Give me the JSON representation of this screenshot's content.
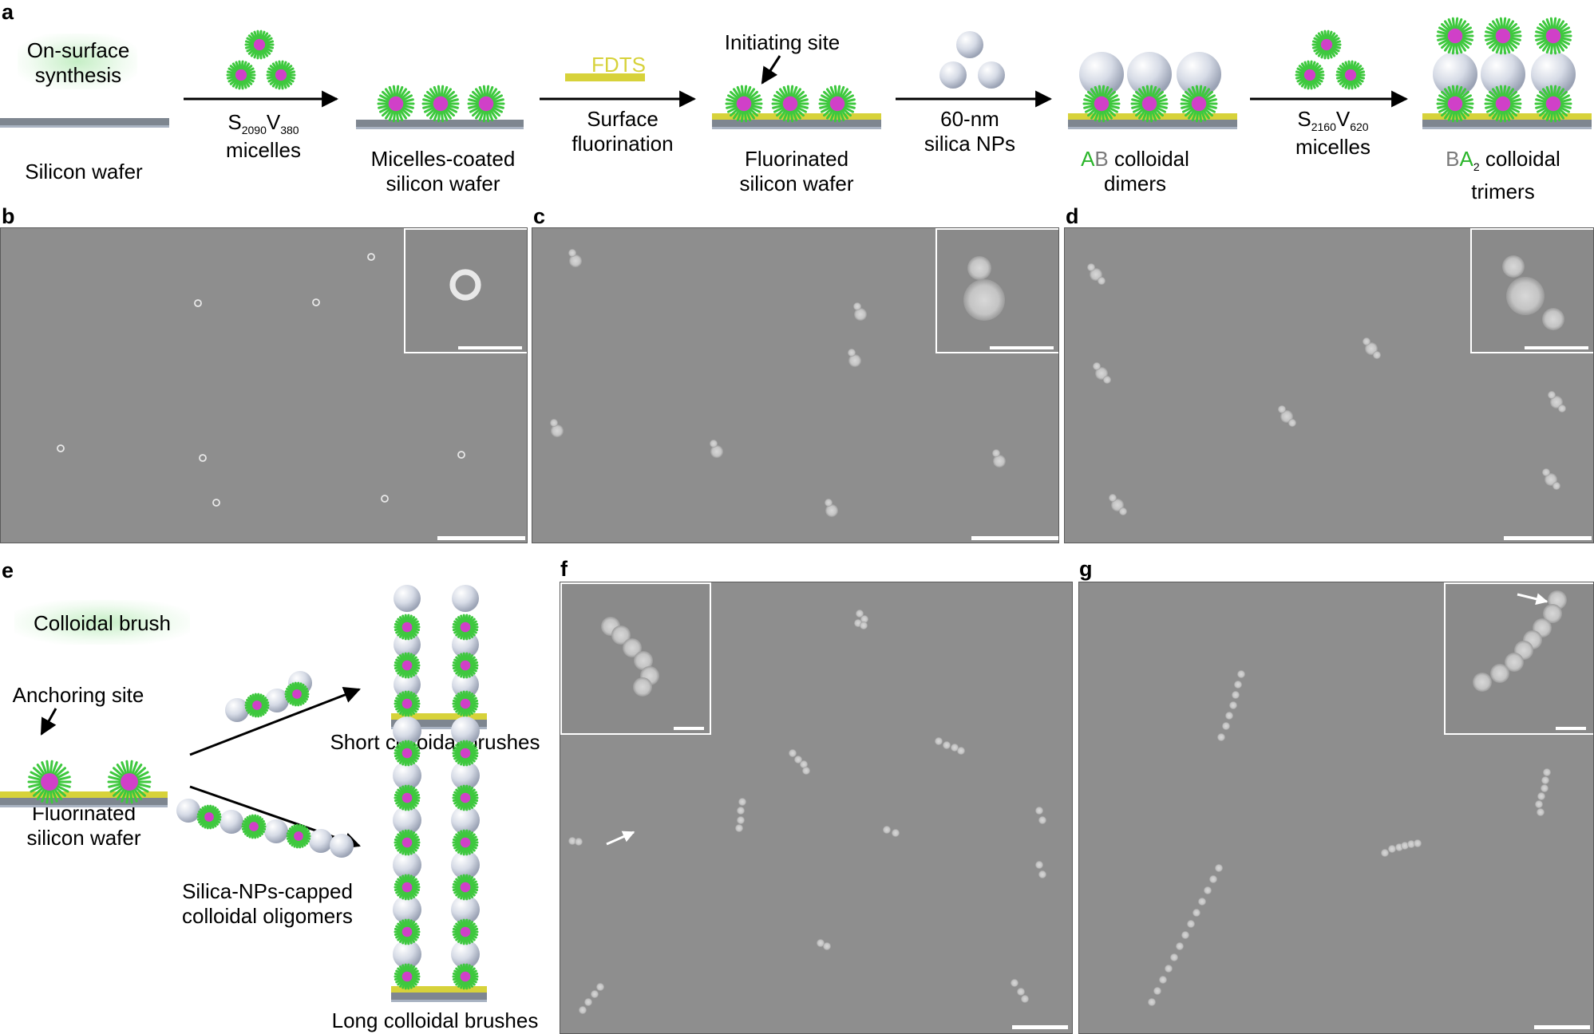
{
  "panel_labels": {
    "a": "a",
    "b": "b",
    "c": "c",
    "d": "d",
    "e": "e",
    "f": "f",
    "g": "g"
  },
  "panel_a": {
    "title": "On-surface synthesis",
    "title_line1": "On-surface",
    "title_line2": "synthesis",
    "silicon_wafer": "Silicon wafer",
    "step1_reagent": {
      "s": "S",
      "s_sub": "2090",
      "v": "V",
      "v_sub": "380"
    },
    "step1_line2": "micelles",
    "product1_line1": "Micelles-coated",
    "product1_line2": "silicon wafer",
    "fdts": "FDTS",
    "step2_line1": "Surface",
    "step2_line2": "fluorination",
    "initiating_site": "Initiating site",
    "product2_line1": "Fluorinated",
    "product2_line2": "silicon wafer",
    "step3_line1": "60-nm",
    "step3_line2": "silica NPs",
    "product3_a": "A",
    "product3_b": "B",
    "product3_rest": " colloidal",
    "product3_line2": "dimers",
    "step4_reagent": {
      "s": "S",
      "s_sub": "2160",
      "v": "V",
      "v_sub": "620"
    },
    "step4_line2": "micelles",
    "product4_b": "B",
    "product4_a": "A",
    "product4_sub": "2",
    "product4_rest": " colloidal",
    "product4_line2": "trimers"
  },
  "panel_e": {
    "title": "Colloidal brush",
    "anchoring_site": "Anchoring site",
    "wafer_line1": "Fluorinated",
    "wafer_line2": "silicon wafer",
    "short_brushes": "Short colloidal brushes",
    "oligomer_line1": "Silica-NPs-capped",
    "oligomer_line2": "colloidal oligomers",
    "long_brushes": "Long colloidal brushes"
  },
  "colors": {
    "micelle_core": "#d040c8",
    "micelle_corona": "#3ec83e",
    "fdts_layer": "#d7d23a",
    "wafer": "#7e8690",
    "label_green": "#2bb52b",
    "label_gray": "#7a7a7a",
    "sem_background": "#8e8e8e"
  }
}
